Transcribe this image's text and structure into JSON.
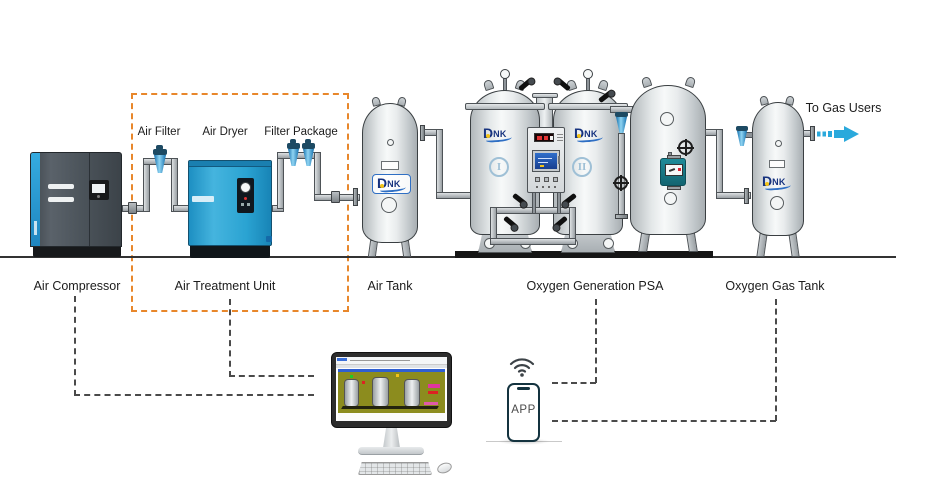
{
  "diagram": {
    "brand": {
      "d": "D",
      "nk": "NK"
    },
    "labels": {
      "air_compressor": "Air Compressor",
      "air_treatment_unit": "Air Treatment Unit",
      "air_tank": "Air Tank",
      "oxygen_generation_psa": "Oxygen Generation PSA",
      "oxygen_gas_tank": "Oxygen Gas Tank",
      "air_filter": "Air Filter",
      "air_dryer": "Air Dryer",
      "filter_package": "Filter Package",
      "to_gas_users": "To Gas Users"
    },
    "towers": {
      "tower1_numeral": "I",
      "tower2_numeral": "II"
    },
    "app": {
      "label": "APP"
    },
    "colors": {
      "treatment_boundary_orange": "#E8872B",
      "equipment_blue": "#2BA3D4",
      "brand_navy": "#16327E",
      "flow_arrow_blue": "#2AA9DC",
      "scada_background": "#8C8C1E"
    }
  }
}
